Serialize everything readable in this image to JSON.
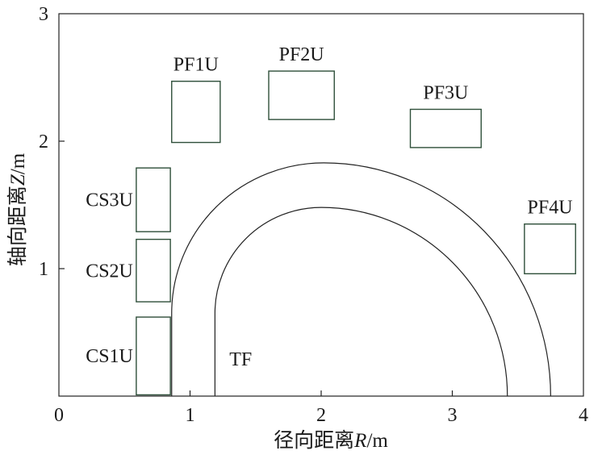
{
  "axes": {
    "x_title_cjk": "径向距离",
    "x_title_var": "R",
    "x_title_unit": "/m",
    "y_title_cjk": "轴向距离",
    "y_title_var": "Z",
    "y_title_unit": "/m",
    "x_range": [
      0,
      4
    ],
    "y_range": [
      0,
      3
    ],
    "x_ticks": [
      {
        "value": 0,
        "label": "0"
      },
      {
        "value": 1,
        "label": "1"
      },
      {
        "value": 2,
        "label": "2"
      },
      {
        "value": 3,
        "label": "3"
      },
      {
        "value": 4,
        "label": "4"
      }
    ],
    "y_ticks": [
      {
        "value": 1,
        "label": "1"
      },
      {
        "value": 2,
        "label": "2"
      },
      {
        "value": 3,
        "label": "3"
      }
    ]
  },
  "coils": [
    {
      "id": "pf1u",
      "label": "PF1U",
      "r1": 0.86,
      "r2": 1.23,
      "z1": 1.99,
      "z2": 2.47
    },
    {
      "id": "pf2u",
      "label": "PF2U",
      "r1": 1.6,
      "r2": 2.1,
      "z1": 2.17,
      "z2": 2.55
    },
    {
      "id": "pf3u",
      "label": "PF3U",
      "r1": 2.68,
      "r2": 3.22,
      "z1": 1.95,
      "z2": 2.25
    },
    {
      "id": "pf4u",
      "label": "PF4U",
      "r1": 3.55,
      "r2": 3.94,
      "z1": 0.96,
      "z2": 1.35
    },
    {
      "id": "cs3u",
      "label": "CS3U",
      "r1": 0.59,
      "r2": 0.85,
      "z1": 1.29,
      "z2": 1.79
    },
    {
      "id": "cs2u",
      "label": "CS2U",
      "r1": 0.59,
      "r2": 0.85,
      "z1": 0.74,
      "z2": 1.23
    },
    {
      "id": "cs1u",
      "label": "CS1U",
      "r1": 0.59,
      "r2": 0.85,
      "z1": 0.01,
      "z2": 0.62
    }
  ],
  "tf": {
    "label": "TF",
    "outer": {
      "r_left": 0.86,
      "z_straight": 0.65,
      "r_top": 2.02,
      "z_top": 1.83,
      "r_right": 3.75
    },
    "inner": {
      "r_left": 1.19,
      "z_straight": 0.65,
      "r_top": 2.0,
      "z_top": 1.48,
      "r_right": 3.42
    }
  }
}
